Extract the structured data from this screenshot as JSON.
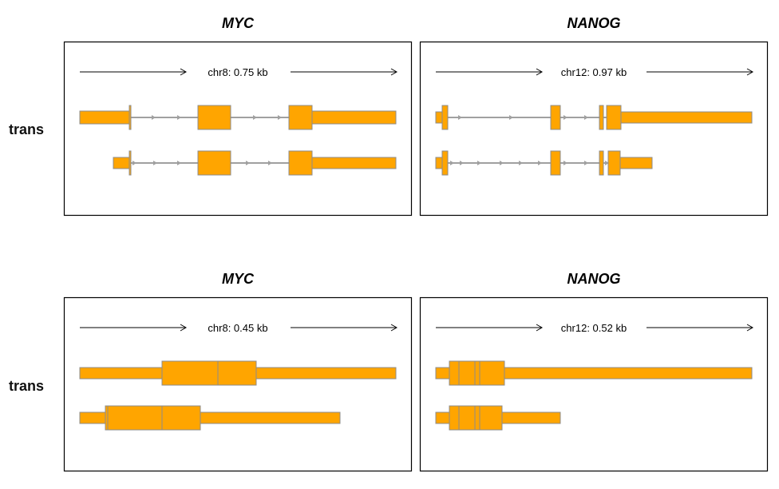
{
  "rows": [
    {
      "label": "trans"
    },
    {
      "label": "trans"
    }
  ],
  "panels": [
    {
      "gene": "MYC",
      "scale_label": "chr8: 0.75 kb"
    },
    {
      "gene": "NANOG",
      "scale_label": "chr12: 0.97 kb"
    },
    {
      "gene": "MYC",
      "scale_label": "chr8: 0.45 kb"
    },
    {
      "gene": "NANOG",
      "scale_label": "chr12: 0.52 kb"
    }
  ],
  "colors": {
    "exon_fill": "#FFA500",
    "exon_stroke": "#8C8C8C",
    "intron": "#A0A0A0",
    "frame": "#000000"
  }
}
